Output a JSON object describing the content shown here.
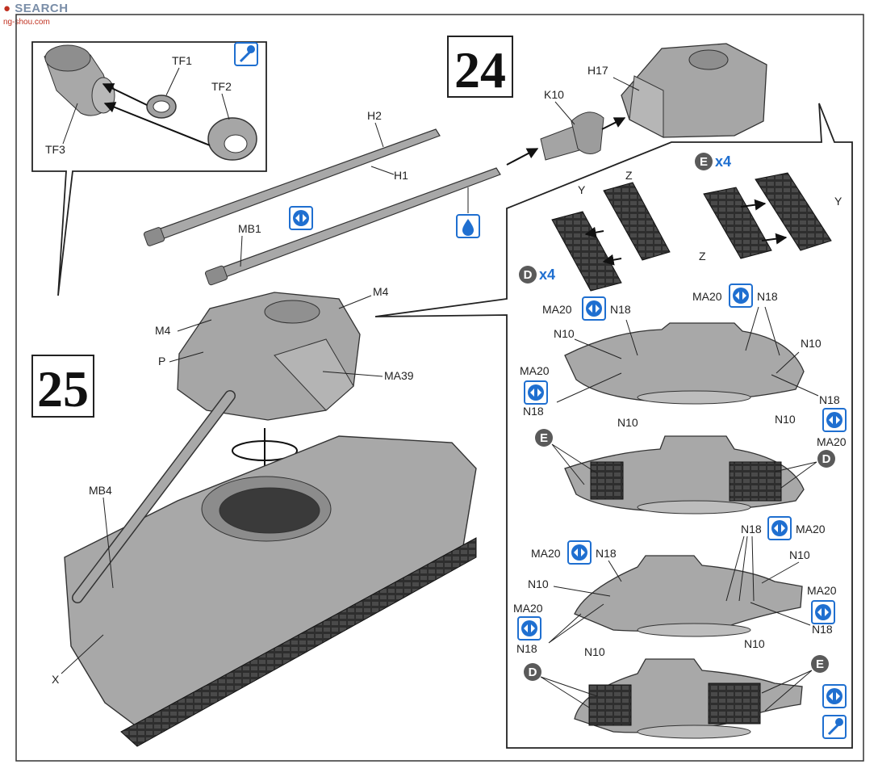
{
  "watermark": {
    "brand": "SEARCH",
    "domain": "ng-shou.com"
  },
  "steps": {
    "step24": "24",
    "step25": "25"
  },
  "inset_parts": {
    "tf1": "TF1",
    "tf2": "TF2",
    "tf3": "TF3"
  },
  "barrel_parts": {
    "h2": "H2",
    "h1": "H1",
    "mb1": "MB1",
    "k10": "K10",
    "h17": "H17"
  },
  "turret_parts": {
    "m4_top": "M4",
    "m4_left": "M4",
    "p": "P",
    "ma39": "MA39",
    "mb4": "MB4",
    "x": "X"
  },
  "track_links": {
    "e_badge": "E",
    "e_mult": "x4",
    "d_badge": "D",
    "d_mult": "x4",
    "y_left": "Y",
    "z_left": "Z",
    "y_right": "Y",
    "z_right": "Z"
  },
  "detail1": {
    "ma20_a": "MA20",
    "n18_a": "N18",
    "ma20_b": "MA20",
    "n18_b": "N18",
    "n10_a": "N10",
    "n10_b": "N10",
    "ma20_c": "MA20",
    "n18_c": "N18",
    "n10_c": "N10",
    "n10_d": "N10",
    "n18_d": "N18"
  },
  "detail2": {
    "e": "E",
    "ma20": "MA20",
    "d": "D"
  },
  "detail3": {
    "n18_a": "N18",
    "ma20_a": "MA20",
    "ma20_b": "MA20",
    "n18_b": "N18",
    "n10_a": "N10",
    "n10_b": "N10",
    "ma20_c": "MA20",
    "n18_c": "N18",
    "ma20_d": "MA20",
    "n18_d": "N18",
    "n10_c": "N10",
    "n10_d": "N10"
  },
  "detail4": {
    "d": "D",
    "e": "E"
  },
  "icon_names": [
    "glue-drop-icon",
    "cement-icon",
    "rotate-icon",
    "paint-icon"
  ],
  "colors": {
    "accent_blue": "#1f6fd0",
    "part_grey": "#a6a6a6",
    "badge_grey": "#5a5a5a"
  }
}
